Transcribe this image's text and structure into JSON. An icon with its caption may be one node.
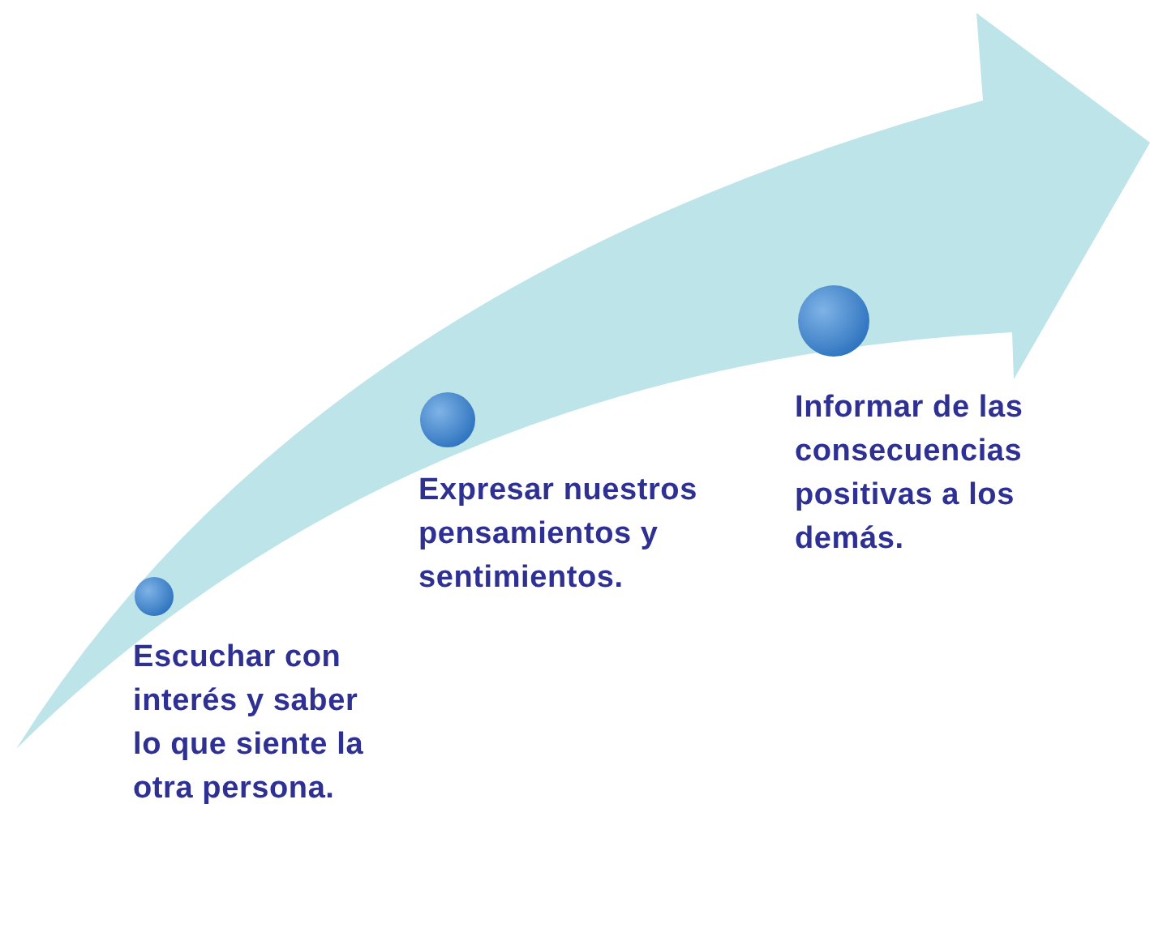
{
  "diagram": {
    "nodes": [
      {
        "text": [
          "Escuchar con interés y saber lo que siente la otra persona."
        ]
      },
      {
        "text": [
          "Expresar nuestros pensamientos y sentimientos."
        ]
      },
      {
        "text": [
          "Informar de las consecuencias positivas a los demás."
        ]
      }
    ]
  }
}
